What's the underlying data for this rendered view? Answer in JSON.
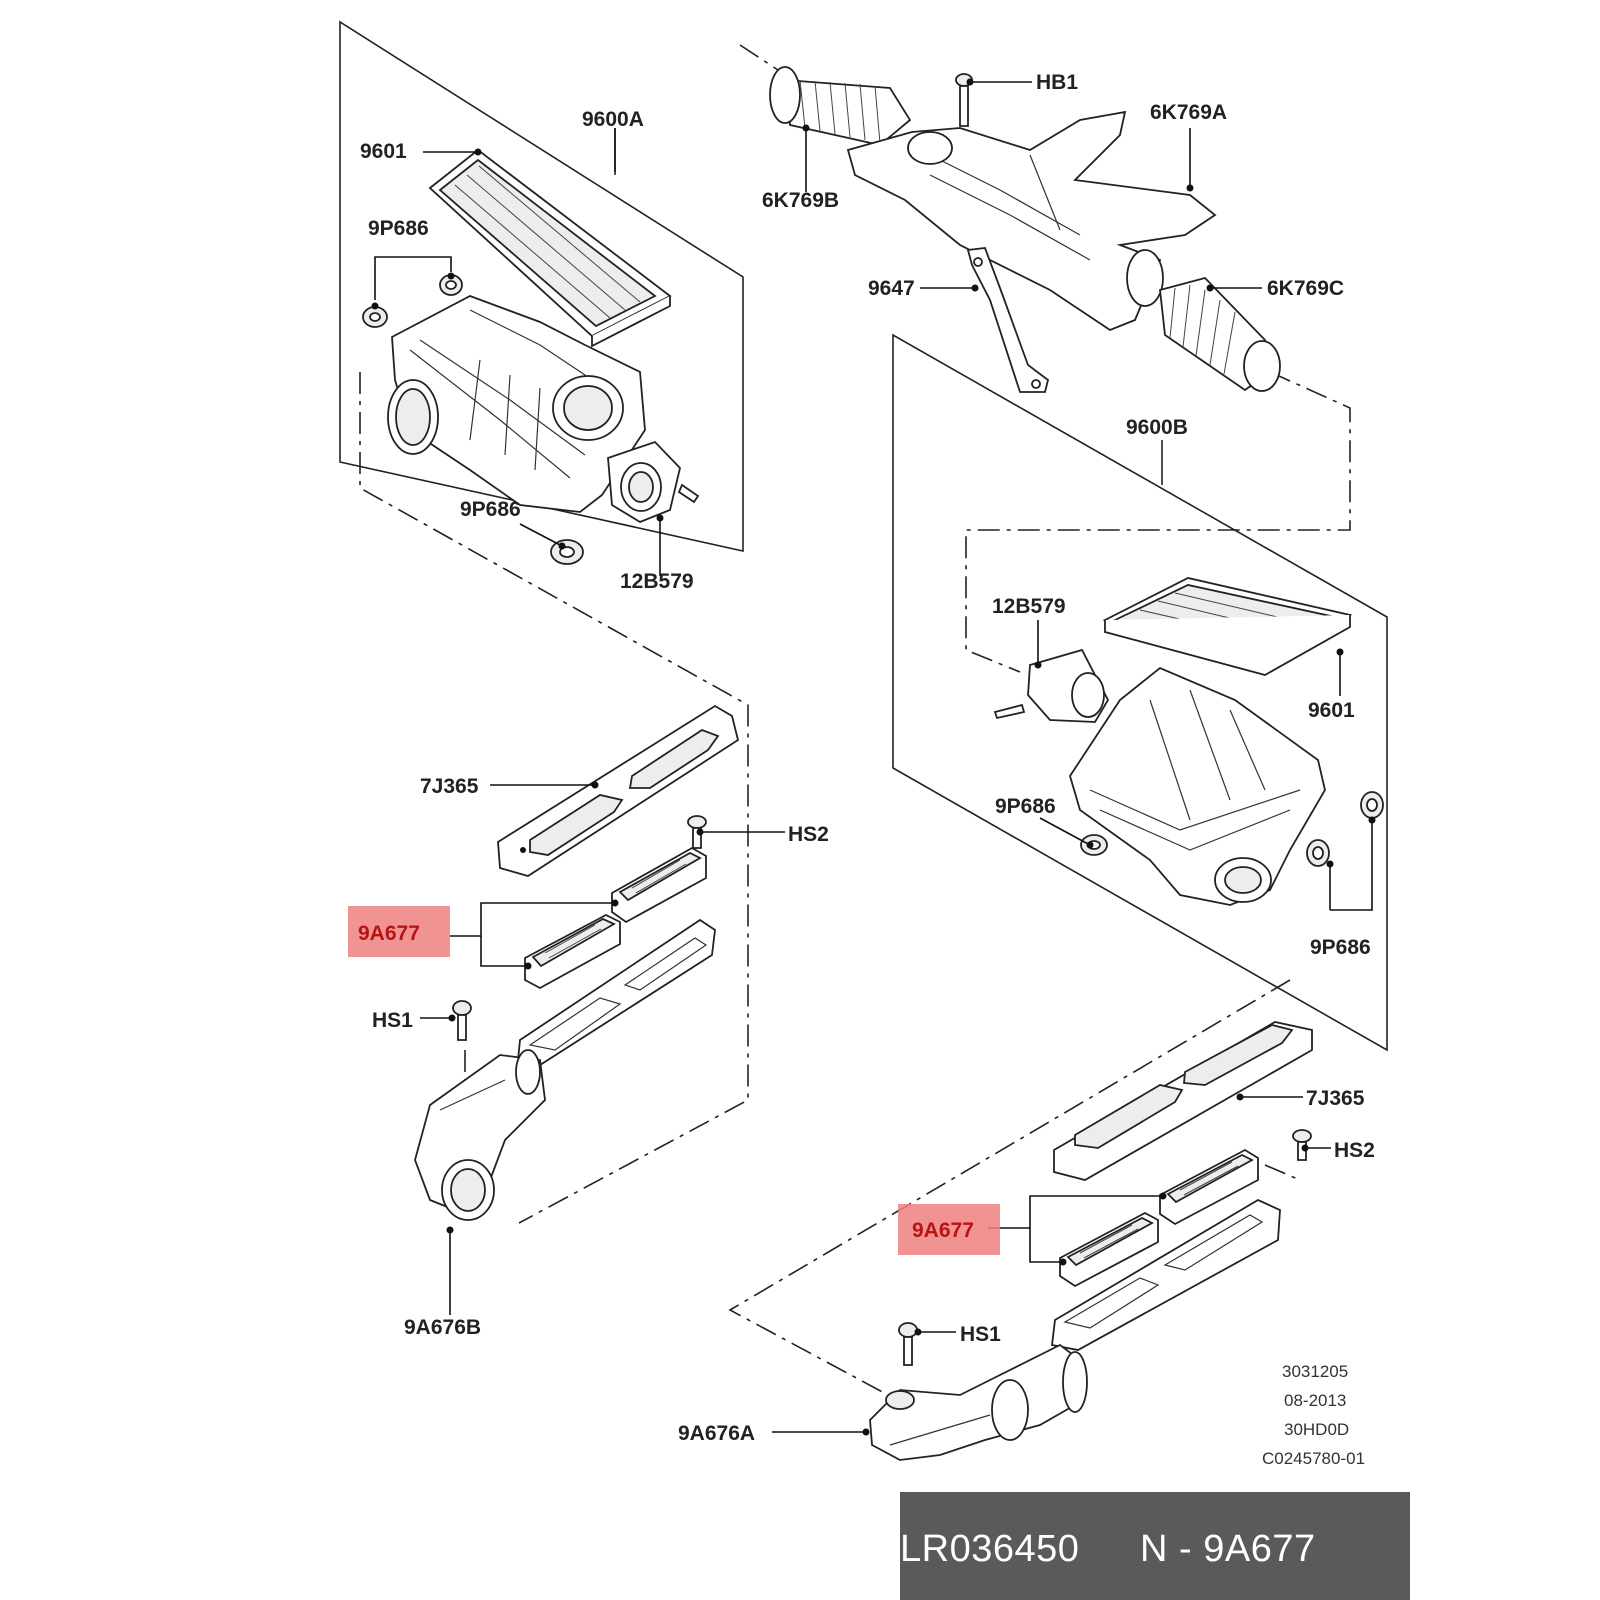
{
  "callouts": {
    "top_left": {
      "assembly": "9600A",
      "filter": "9601",
      "grommet_top": "9P686",
      "grommet_bottom": "9P686",
      "sensor": "12B579"
    },
    "top_right": {
      "stud": "HB1",
      "duct": "6K769A",
      "hose_b": "6K769B",
      "hose_c": "6K769C",
      "bracket": "9647"
    },
    "mid_right": {
      "assembly": "9600B",
      "sensor": "12B579",
      "filter": "9601",
      "grommet_left": "9P686",
      "grommet_right": "9P686"
    },
    "bottom_left": {
      "seal": "7J365",
      "screw_top": "HS2",
      "highlighted_part": "9A677",
      "screw_bottom": "HS1",
      "tube": "9A676B"
    },
    "bottom_right": {
      "seal": "7J365",
      "screw_top": "HS2",
      "highlighted_part": "9A677",
      "screw_bottom": "HS1",
      "tube": "9A676A"
    }
  },
  "drawing_codes": [
    "3031205",
    "08-2013",
    "30HD0D",
    "C0245780-01"
  ],
  "footer": {
    "part_number": "LR036450",
    "reference": "N - 9A677"
  },
  "colors": {
    "highlight_fill": "#f08080",
    "highlight_text": "#b81414",
    "footer_background": "#5a5a5a",
    "footer_text": "#ffffff"
  }
}
